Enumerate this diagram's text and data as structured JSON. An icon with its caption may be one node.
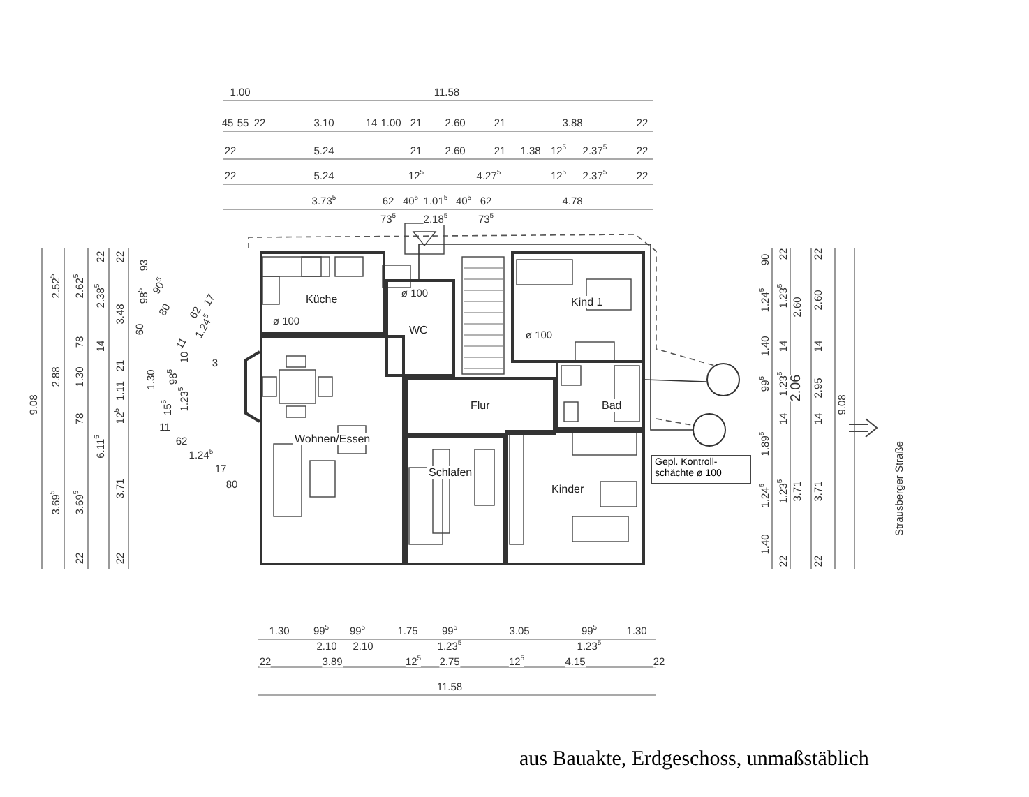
{
  "diagram": {
    "caption": "aus Bauakte, Erdgeschoss, unmaßstäblich",
    "nodes": [
      {
        "text": [
          "Küche"
        ]
      },
      {
        "text": [
          "WC"
        ]
      },
      {
        "text": [
          "Kind 1"
        ]
      },
      {
        "text": [
          "Wohnen/Essen"
        ]
      },
      {
        "text": [
          "Flur"
        ]
      },
      {
        "text": [
          "Bad"
        ]
      },
      {
        "text": [
          "Schlafen"
        ]
      },
      {
        "text": [
          "Kinder"
        ]
      },
      {
        "text": [],
        "shape": "circle"
      },
      {
        "text": [],
        "shape": "circle"
      },
      {
        "text": [
          "Gepl. Kontroll- schächte ø 100"
        ]
      }
    ],
    "edges": [
      {
        "from": 1,
        "to": 9,
        "arrow": "none"
      },
      {
        "from": 5,
        "to": 8,
        "arrow": "none"
      }
    ],
    "labels": [
      "1.00",
      "11.58",
      "45",
      "55",
      "22",
      "3.10",
      "14",
      "1.00",
      "21",
      "2.60",
      "21",
      "3.88",
      "22",
      "22",
      "5.24",
      "21",
      "2.60",
      "21",
      "1.38",
      "12$^{5}$",
      "2.37$^{5}$",
      "22",
      "22",
      "5.24",
      "12$^{5}$",
      "4.27$^{5}$",
      "12$^{5}$",
      "2.37$^{5}$",
      "22",
      "3.73$^{5}$",
      "62",
      "40$^{5}$",
      "1.01$^{5}$",
      "40$^{5}$",
      "62",
      "4.78",
      "73$^{5}$",
      "2.18$^{5}$",
      "73$^{5}$",
      "9.08",
      "2.52$^{5}$",
      "2.88",
      "3.69$^{5}$",
      "2.62$^{5}$",
      "78",
      "1.30",
      "78",
      "3.69$^{5}$",
      "22",
      "22",
      "2.38$^{5}$",
      "14",
      "6.11$^{5}$",
      "22",
      "3.48",
      "21",
      "1.11",
      "12$^{5}$",
      "3.71",
      "22",
      "93",
      "98$^{5}$",
      "60",
      "90$^{5}$",
      "80",
      "17",
      "62",
      "1.24$^{5}$",
      "11",
      "1.30",
      "98$^{5}$",
      "15$^{5}$",
      "10",
      "1.23$^{5}$",
      "11",
      "62",
      "1.24$^{5}$",
      "17",
      "80",
      "3",
      "ø 100",
      "ø 100",
      "ø 100",
      "90",
      "1.24$^{5}$",
      "1.40",
      "99$^{5}$",
      "1.89$^{5}$",
      "1.24$^{5}$",
      "1.40",
      "22",
      "1.23$^{5}$",
      "14",
      "1.23$^{5}$",
      "14",
      "1.23$^{5}$",
      "22",
      "2.60",
      "2.06",
      "3.71",
      "22",
      "2.60",
      "14",
      "2.95",
      "14",
      "3.71",
      "22",
      "9.08",
      "Strausberger Straße",
      "1.30",
      "99$^{5}$",
      "99$^{5}$",
      "1.75",
      "99$^{5}$",
      "3.05",
      "99$^{5}$",
      "1.30",
      "2.10",
      "2.10",
      "1.23$^{5}$",
      "1.23$^{5}$",
      "22",
      "3.89",
      "12$^{5}$",
      "2.75",
      "12$^{5}$",
      "4.15",
      "22",
      "11.58"
    ]
  }
}
